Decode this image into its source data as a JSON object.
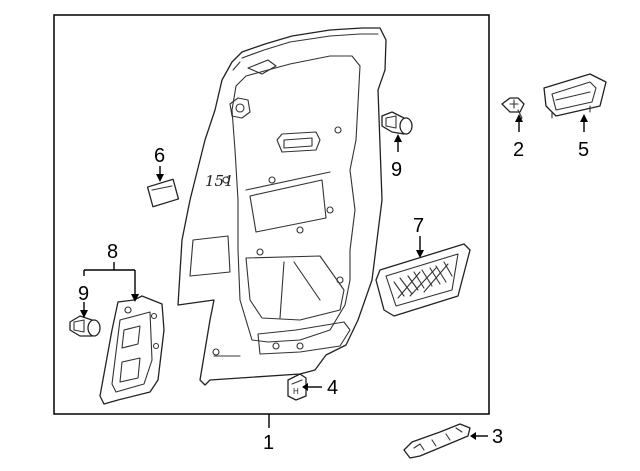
{
  "diagram": {
    "callouts": {
      "c1": "1",
      "c2": "2",
      "c3": "3",
      "c4": "4",
      "c5": "5",
      "c6": "6",
      "c7": "7",
      "c8": "8",
      "c9a": "9",
      "c9b": "9"
    },
    "handwritten_note": "151",
    "clip_letter": "H"
  }
}
